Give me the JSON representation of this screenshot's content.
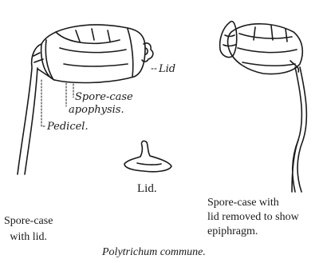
{
  "figure": {
    "labels": {
      "lid": "Lid",
      "spore_case": "Spore-case",
      "apophysis": "apophysis.",
      "pedicel": "Pedicel."
    },
    "detached_lid_caption": "Lid.",
    "left_caption": [
      "Spore-case",
      "with lid."
    ],
    "right_caption": [
      "Spore-case with",
      "lid removed to show",
      "epiphragm."
    ],
    "species": "Polytrichum commune."
  },
  "colors": {
    "ink": "#1a1a1a",
    "paper": "#ffffff"
  }
}
